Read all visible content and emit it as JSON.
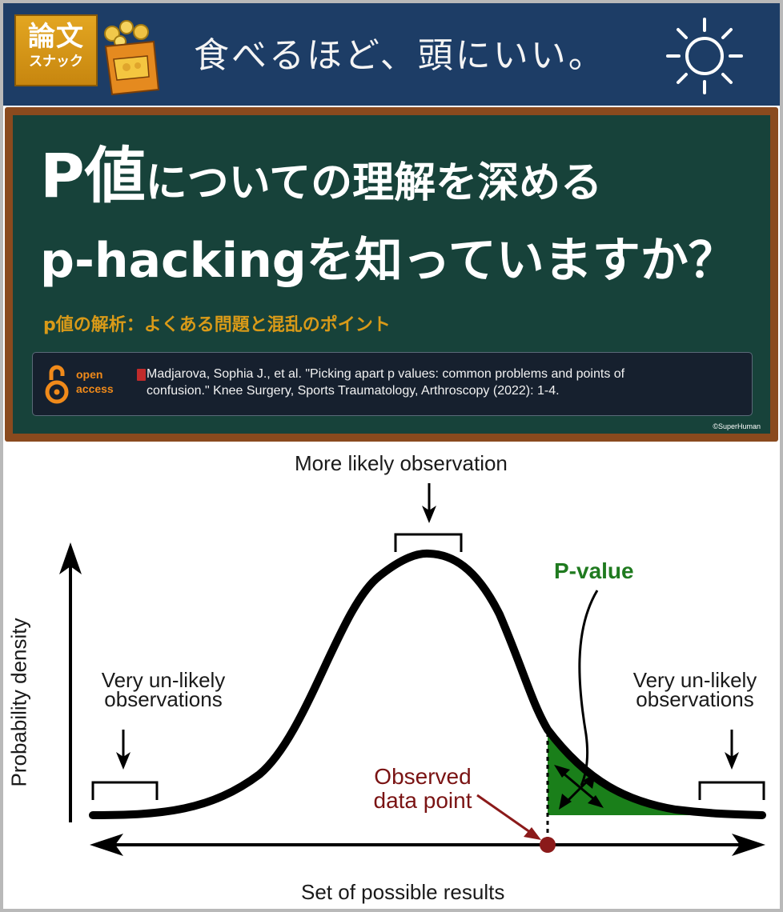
{
  "header": {
    "logo_main": "論文",
    "logo_sub": "スナック",
    "slogan": "食べるほど、頭にいい。",
    "icons": [
      "snack-bag-icon",
      "sun-icon"
    ],
    "background_color": "#1d3d66",
    "logo_color": "#d69a1c"
  },
  "board": {
    "title_line1_big": "P値",
    "title_line1_rest": "についての理解を深める",
    "title_line2": "p-hackingを知っていますか？",
    "subtitle": "p値の解析：よくある問題と混乱のポイント",
    "open_access_line1": "open",
    "open_access_line2": "access",
    "citation_line1": "Madjarova, Sophia J., et al. \"Picking apart p values: common problems and points of",
    "citation_line2": "confusion.\" Knee Surgery, Sports Traumatology, Arthroscopy (2022): 1-4.",
    "copyright": "©SuperHuman",
    "icons": [
      "open-access-icon",
      "book-icon"
    ],
    "board_color": "#17423a",
    "frame_color": "#8a4a1e",
    "subtitle_color": "#d99a18"
  },
  "diagram": {
    "top_label": "More likely observation",
    "y_axis_label": "Probability density",
    "x_axis_label": "Set of possible results",
    "left_label_line1": "Very un-likely",
    "left_label_line2": "observations",
    "right_label_line1": "Very un-likely",
    "right_label_line2": "observations",
    "pvalue_label": "P-value",
    "observed_line1": "Observed",
    "observed_line2": "data point",
    "pvalue_color": "#1f7a1f",
    "observed_color": "#7a1313"
  }
}
